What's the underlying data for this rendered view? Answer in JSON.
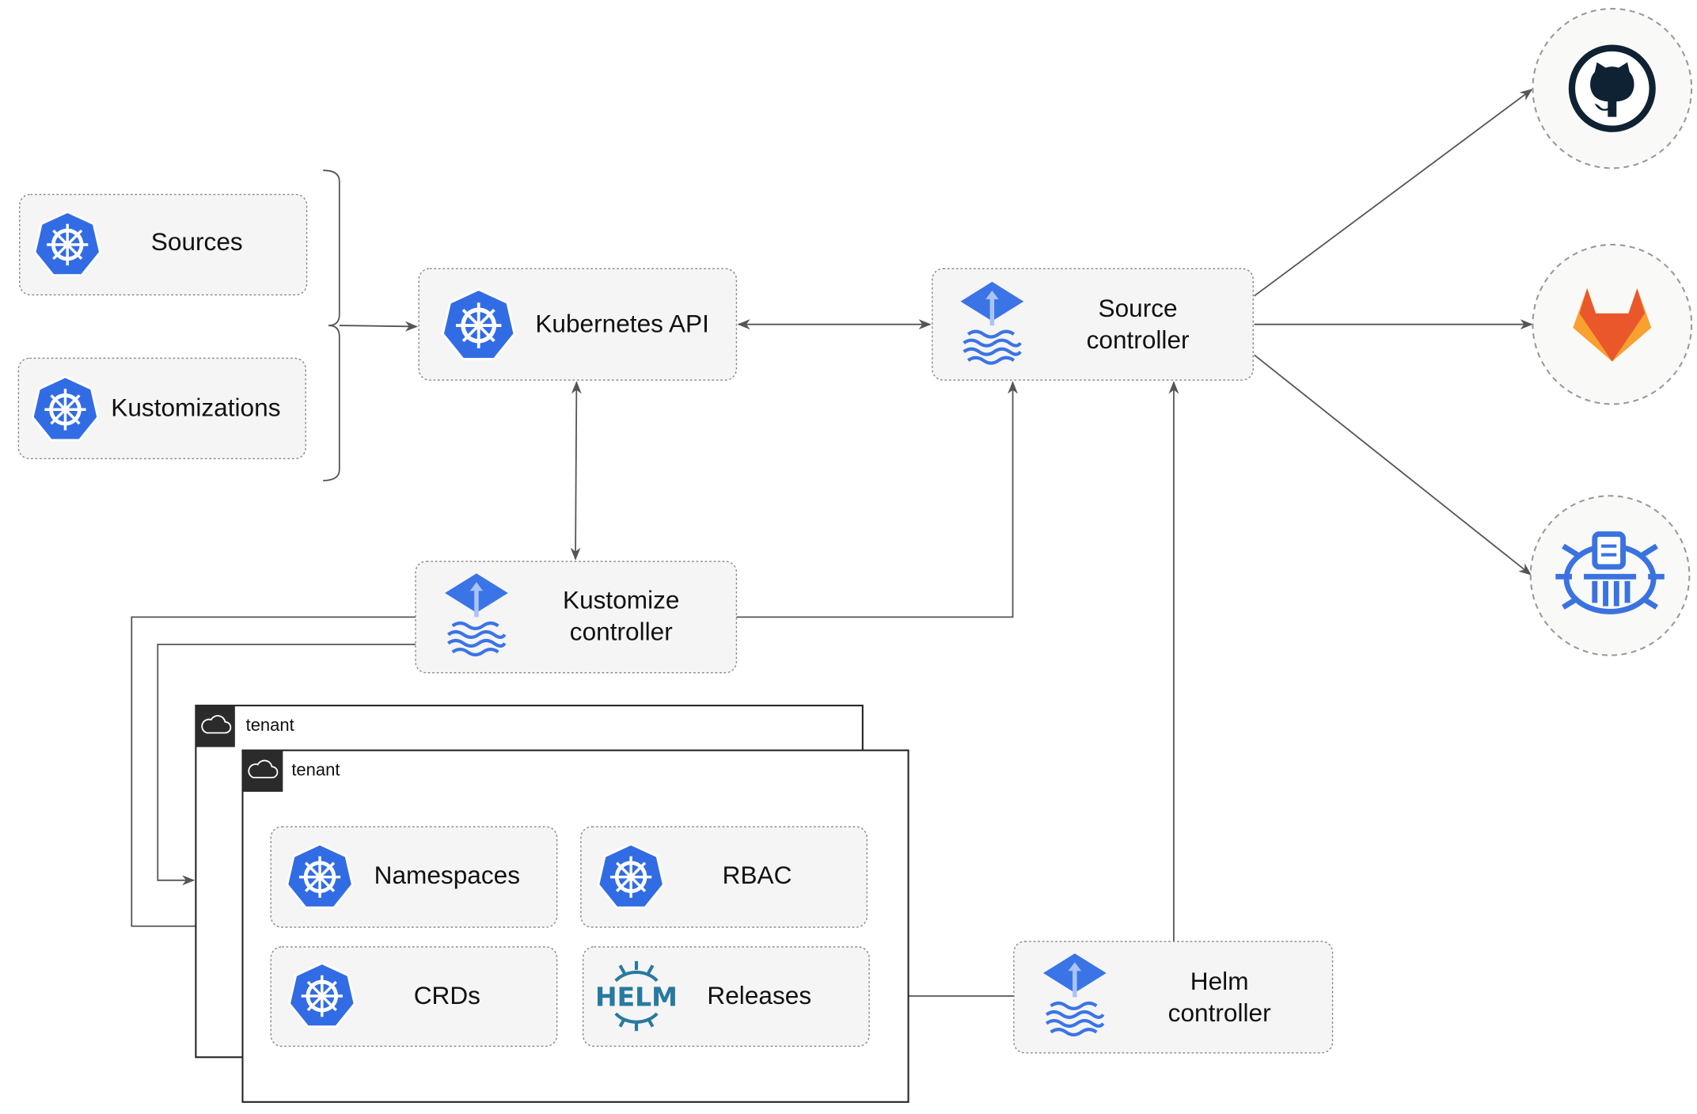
{
  "inputs": {
    "sources": "Sources",
    "kustomizations": "Kustomizations"
  },
  "kubernetes_api": {
    "label": "Kubernetes API"
  },
  "source_controller": {
    "line1": "Source",
    "line2": "controller"
  },
  "kustomize_controller": {
    "line1": "Kustomize",
    "line2": "controller"
  },
  "helm_controller": {
    "line1": "Helm",
    "line2": "controller"
  },
  "tenants": [
    {
      "label": "tenant"
    },
    {
      "label": "tenant"
    }
  ],
  "tenant_resources": {
    "namespaces": "Namespaces",
    "rbac": "RBAC",
    "crds": "CRDs",
    "releases": "Releases"
  },
  "helm_logo_text": "HELM",
  "external_sources": [
    "github-icon",
    "gitlab-icon",
    "bucket-icon"
  ],
  "colors": {
    "kubernetes": "#326ce5",
    "flux": "#3b74e6",
    "github": "#0f2233",
    "gitlab_orange": "#e9572b",
    "gitlab_yellow": "#f9a030",
    "helm": "#277a9f",
    "bucket": "#3a72e0"
  }
}
